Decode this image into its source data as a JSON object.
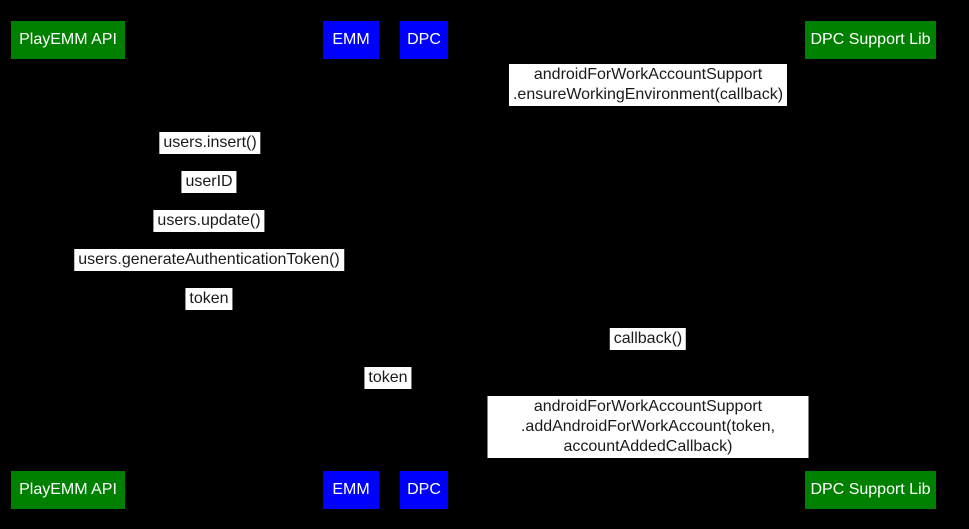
{
  "diagram": {
    "type": "sequence-diagram",
    "background_color": "#000000",
    "actors": [
      {
        "id": "playemm-api",
        "label": "PlayEMM API",
        "color": "#008000"
      },
      {
        "id": "emm",
        "label": "EMM",
        "color": "#0000ff"
      },
      {
        "id": "dpc",
        "label": "DPC",
        "color": "#0000ff"
      },
      {
        "id": "dpc-support-lib",
        "label": "DPC Support Lib",
        "color": "#008000"
      }
    ],
    "messages": [
      {
        "text": "androidForWorkAccountSupport\n.ensureWorkingEnvironment(callback)"
      },
      {
        "text": "users.insert()"
      },
      {
        "text": "userID"
      },
      {
        "text": "users.update()"
      },
      {
        "text": "users.generateAuthenticationToken()"
      },
      {
        "text": "token"
      },
      {
        "text": "callback()"
      },
      {
        "text": "token"
      },
      {
        "text": "androidForWorkAccountSupport\n.addAndroidForWorkAccount(token, accountAddedCallback)"
      }
    ],
    "colors": {
      "actor_green": "#008000",
      "actor_blue": "#0000ff",
      "actor_text": "#ffffff",
      "message_label_bg": "#ffffff",
      "message_label_text": "#1a1a1a"
    }
  }
}
